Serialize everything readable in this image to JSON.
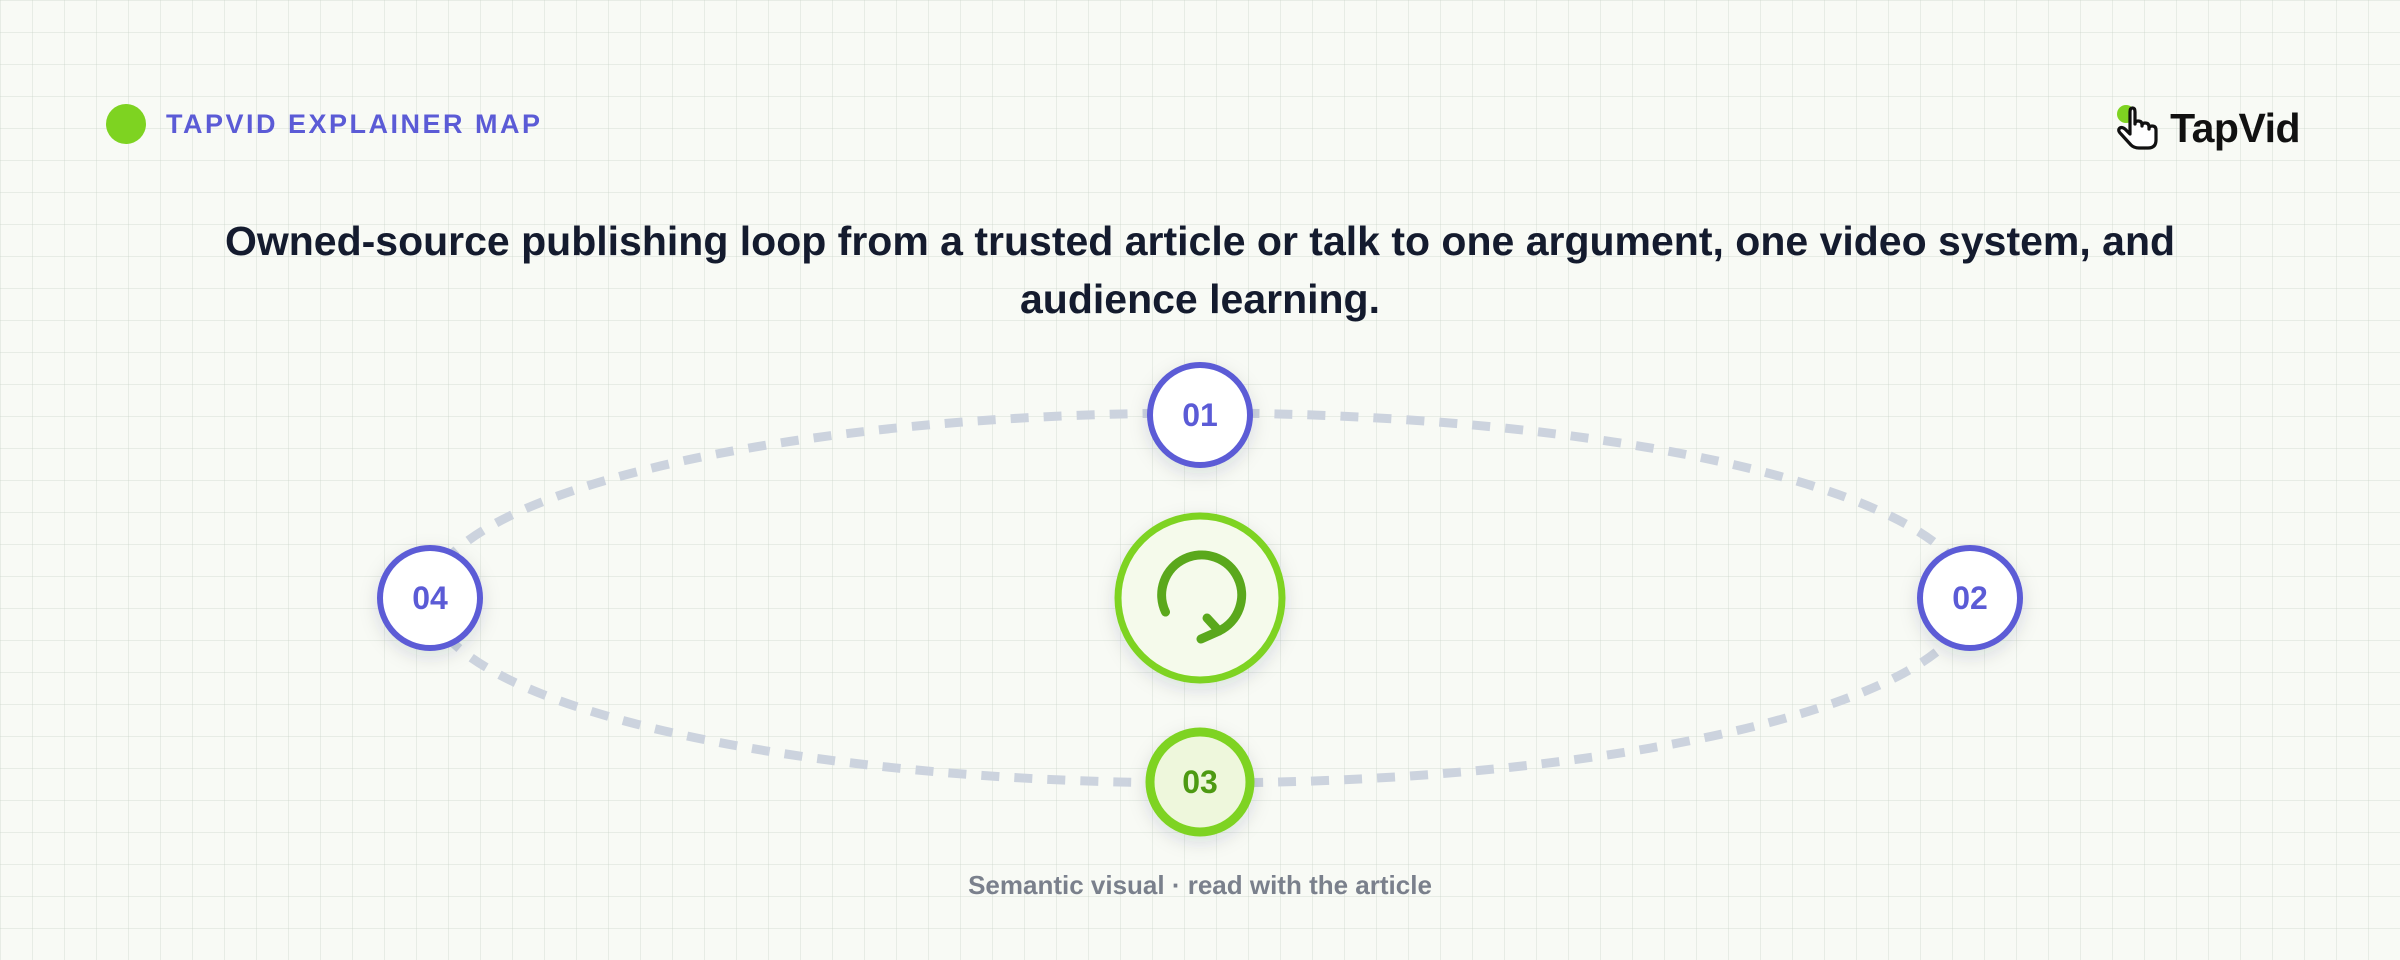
{
  "header": {
    "tag_label": "TAPVID EXPLAINER MAP",
    "logo_text": "TapVid"
  },
  "headline": "Owned-source publishing loop from a trusted article or talk to one argument, one video system, and audience learning.",
  "diagram": {
    "center_icon": "refresh-cycle-icon",
    "nodes": [
      {
        "label": "01",
        "accent": "#5b5bd6"
      },
      {
        "label": "02",
        "accent": "#5b5bd6"
      },
      {
        "label": "03",
        "accent": "#7ed321"
      },
      {
        "label": "04",
        "accent": "#5b5bd6"
      }
    ]
  },
  "caption": "Semantic visual · read with the article",
  "colors": {
    "accent_indigo": "#5b5bd6",
    "accent_green": "#7ed321",
    "loop_dash": "#ccd3de",
    "headline": "#141b2e"
  }
}
